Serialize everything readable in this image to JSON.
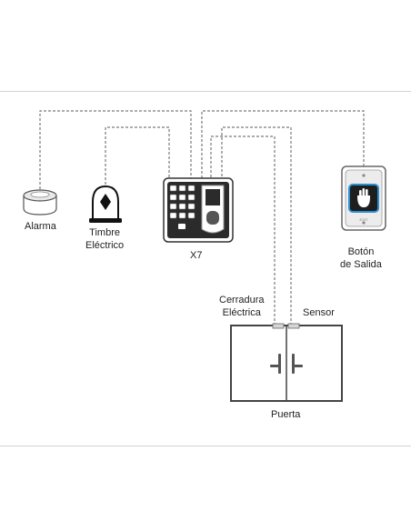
{
  "labels": {
    "alarm": "Alarma",
    "bell_line1": "Timbre",
    "bell_line2": "Eléctrico",
    "device": "X7",
    "exit_button_line1": "Botón",
    "exit_button_line2": "de Salida",
    "lock_line1": "Cerradura",
    "lock_line2": "Eléctrica",
    "sensor": "Sensor",
    "door": "Puerta",
    "exit_text": "EXIT"
  },
  "colors": {
    "wire": "#7a7a7a",
    "device_body": "#2b2b2b",
    "exit_ring": "#2a8fd0",
    "outline": "#555555"
  }
}
